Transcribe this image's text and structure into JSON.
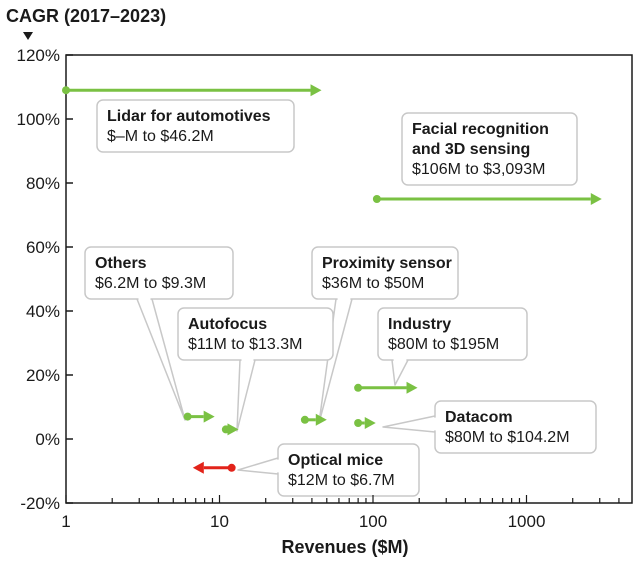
{
  "chart_data": {
    "type": "scatter",
    "title": "CAGR (2017–2023)",
    "xlabel": "Revenues ($M)",
    "ylabel": "CAGR (2017–2023)",
    "x_scale": "log",
    "xlim": [
      1,
      4000
    ],
    "ylim": [
      -20,
      120
    ],
    "x_ticks": [
      1,
      10,
      100,
      1000
    ],
    "x_tick_labels": [
      "1",
      "10",
      "100",
      "1000"
    ],
    "y_ticks": [
      -20,
      0,
      20,
      40,
      60,
      80,
      100,
      120
    ],
    "y_tick_labels": [
      "-20%",
      "0%",
      "20%",
      "40%",
      "60%",
      "80%",
      "100%",
      "120%"
    ],
    "colors": {
      "growth": "#7ac143",
      "decline": "#e2231a",
      "axis": "#1a1a1a",
      "box_border": "#c8c8c8"
    },
    "series": [
      {
        "label": "Lidar for automotives",
        "text": "$–M to $46.2M",
        "x_start": 1,
        "x_end": 46.2,
        "cagr": 109,
        "trend": "growth"
      },
      {
        "label": "Facial recognition and 3D sensing",
        "text": "$106M to $3,093M",
        "x_start": 106,
        "x_end": 3093,
        "cagr": 75,
        "trend": "growth"
      },
      {
        "label": "Others",
        "text": "$6.2M to $9.3M",
        "x_start": 6.2,
        "x_end": 9.3,
        "cagr": 7,
        "trend": "growth"
      },
      {
        "label": "Autofocus",
        "text": "$11M to $13.3M",
        "x_start": 11,
        "x_end": 13.3,
        "cagr": 3,
        "trend": "growth"
      },
      {
        "label": "Proximity sensor",
        "text": "$36M to $50M",
        "x_start": 36,
        "x_end": 50,
        "cagr": 6,
        "trend": "growth"
      },
      {
        "label": "Industry",
        "text": "$80M to $195M",
        "x_start": 80,
        "x_end": 195,
        "cagr": 16,
        "trend": "growth"
      },
      {
        "label": "Datacom",
        "text": "$80M to $104.2M",
        "x_start": 80,
        "x_end": 104.2,
        "cagr": 5,
        "trend": "growth"
      },
      {
        "label": "Optical mice",
        "text": "$12M to $6.7M",
        "x_start": 12,
        "x_end": 6.7,
        "cagr": -9,
        "trend": "decline"
      }
    ],
    "annotations": [
      {
        "lines": [
          "Lidar for automotives"
        ],
        "sub": "$–M to $46.2M"
      },
      {
        "lines": [
          "Facial recognition",
          "and 3D sensing"
        ],
        "sub": "$106M to $3,093M"
      },
      {
        "lines": [
          "Others"
        ],
        "sub": "$6.2M to $9.3M"
      },
      {
        "lines": [
          "Autofocus"
        ],
        "sub": "$11M to $13.3M"
      },
      {
        "lines": [
          "Proximity sensor"
        ],
        "sub": "$36M to $50M"
      },
      {
        "lines": [
          "Industry"
        ],
        "sub": "$80M to $195M"
      },
      {
        "lines": [
          "Datacom"
        ],
        "sub": "$80M to $104.2M"
      },
      {
        "lines": [
          "Optical mice"
        ],
        "sub": "$12M to $6.7M"
      }
    ]
  }
}
